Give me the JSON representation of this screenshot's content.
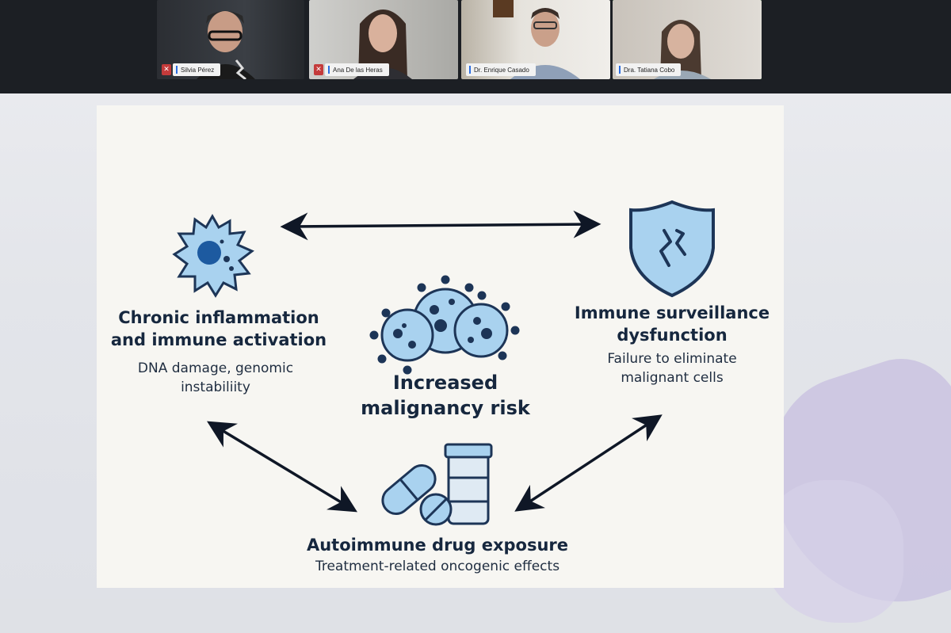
{
  "participants": [
    {
      "name": "Silvia Pérez",
      "muted": true,
      "active": false
    },
    {
      "name": "Ana De las Heras",
      "muted": true,
      "active": false
    },
    {
      "name": "Dr. Enrique Casado",
      "muted": false,
      "active": false
    },
    {
      "name": "Dra. Tatiana Cobo",
      "muted": false,
      "active": true
    }
  ],
  "slide": {
    "center_title": "Increased malignancy risk",
    "left_title": "Chronic inflammation and immune activation",
    "left_sub": "DNA damage, genomic instabiliity",
    "right_title": "Immune surveillance dysfunction",
    "right_sub": "Failure to eliminate malignant cells",
    "bottom_title": "Autoimmune drug exposure",
    "bottom_sub": "Treatment-related oncogenic effects"
  },
  "colors": {
    "accent_blue": "#a9d2ef",
    "outline_navy": "#1d3557",
    "active_speaker": "#35c13a",
    "mic_muted": "#c43b3b"
  },
  "icons": [
    "inflammation-cell-icon",
    "cracked-shield-icon",
    "virus-cluster-icon",
    "pills-and-vial-icon"
  ]
}
